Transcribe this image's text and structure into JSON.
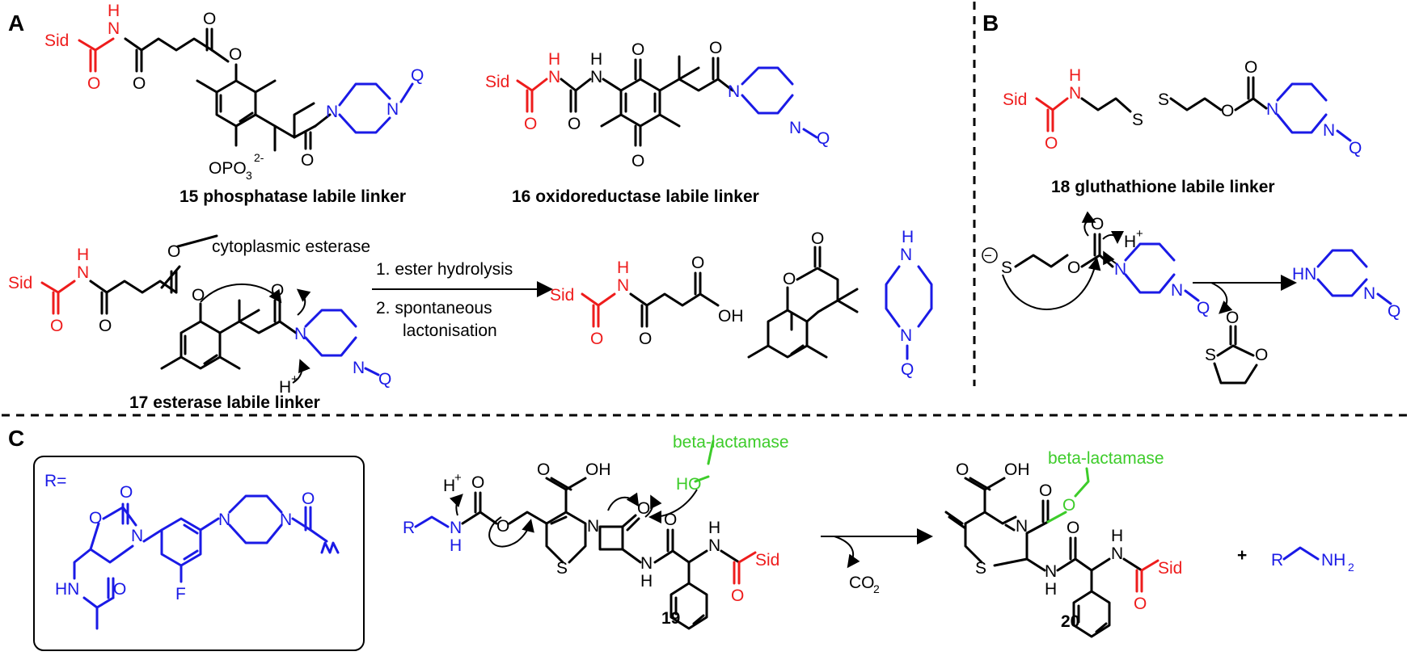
{
  "colors": {
    "sid_red": "#ee1c1c",
    "payload_blue": "#1a1ae6",
    "enzyme_green": "#3dcc2a",
    "black": "#000000"
  },
  "panels": {
    "a": "A",
    "b": "B",
    "c": "C"
  },
  "captions": {
    "c15": "15 phosphatase labile linker",
    "c16": "16 oxidoreductase labile linker",
    "c17": "17 esterase labile linker",
    "c18": "18 gluthathione labile linker",
    "c19": "19",
    "c20": "20"
  },
  "reagents": {
    "esterase": "cytoplasmic esterase",
    "step1": "1. ester hydrolysis",
    "step2a": "2. spontaneous",
    "step2b": "lactonisation",
    "beta1": "beta-lactamase",
    "beta2": "beta-lactamase",
    "co2": "CO",
    "co2_sub": "2",
    "plus": "+"
  },
  "atoms": {
    "sid": "Sid",
    "h": "H",
    "n": "N",
    "o": "O",
    "q": "Q",
    "s": "S",
    "f": "F",
    "oh": "OH",
    "ho": "HO",
    "hn": "HN",
    "hplus": "H",
    "plus_sup": "+",
    "opo3": "OPO",
    "opo3_sub": "3",
    "opo3_sup": "2-",
    "r": "R",
    "req": "R=",
    "nh2": "NH",
    "nh2_sub": "2",
    "cooh": "O",
    "minus": "−"
  }
}
